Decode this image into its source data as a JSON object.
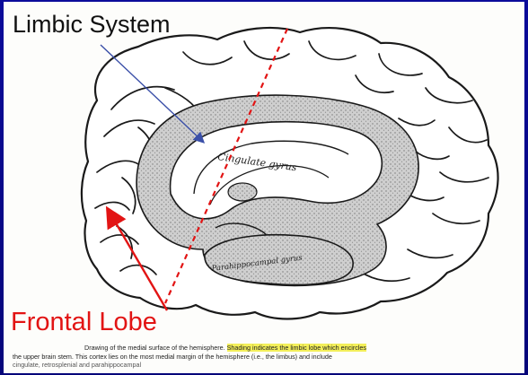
{
  "titles": {
    "limbic_system": "Limbic System",
    "frontal_lobe": "Frontal Lobe"
  },
  "structures": {
    "cingulate_gyrus": "Cingulate gyrus",
    "parahippocampal_gyrus": "Parahippocampal gyrus"
  },
  "caption": {
    "line1_plain": "Drawing of the medial surface of the hemisphere. ",
    "line1_highlight": "Shading indicates the limbic lobe which encircles",
    "line2": "the upper brain stem. This cortex lies on the most medial margin of the hemisphere (i.e., the limbus) and include",
    "line3": "cingulate, retrosplenial and parahippocampal"
  },
  "colors": {
    "background": "#0a0a8c",
    "frontal_label": "#e21414",
    "arrow_red": "#e21414",
    "arrow_blue": "#3a4fa8",
    "dashed_line": "#e21414",
    "highlight": "#f3ef5a"
  }
}
